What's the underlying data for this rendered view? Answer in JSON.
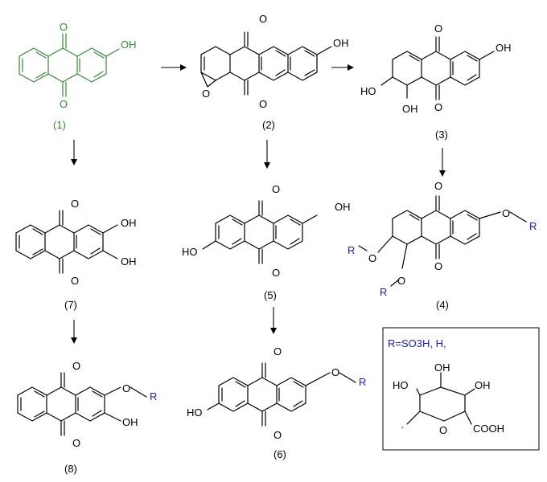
{
  "atoms": {
    "O": "O",
    "OH": "OH",
    "HO": "HO",
    "R": "R",
    "COOH": "COOH"
  },
  "compounds": [
    {
      "id": "1",
      "label": "(1)",
      "color": "#2e8b2e"
    },
    {
      "id": "2",
      "label": "(2)",
      "color": "#000000"
    },
    {
      "id": "3",
      "label": "(3)",
      "color": "#000000"
    },
    {
      "id": "4",
      "label": "(4)",
      "color": "#000000"
    },
    {
      "id": "5",
      "label": "(5)",
      "color": "#000000"
    },
    {
      "id": "6",
      "label": "(6)",
      "color": "#000000"
    },
    {
      "id": "7",
      "label": "(7)",
      "color": "#000000"
    },
    {
      "id": "8",
      "label": "(8)",
      "color": "#000000"
    }
  ],
  "legend": {
    "r_definition": "R=SO3H, H,",
    "r_color": "#1a1acc"
  },
  "colors": {
    "highlight": "#2e8b2e",
    "substituent": "#1a1acc",
    "ink": "#000000"
  }
}
